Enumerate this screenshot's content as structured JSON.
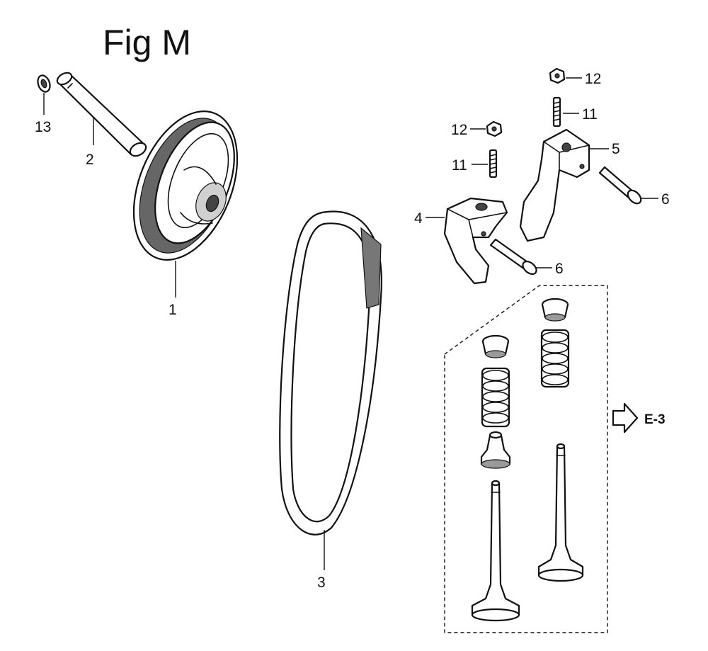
{
  "figure": {
    "title": "Fig M"
  },
  "callouts": {
    "c1": "1",
    "c2": "2",
    "c3": "3",
    "c4": "4",
    "c5": "5",
    "c6a": "6",
    "c6b": "6",
    "c11a": "11",
    "c11b": "11",
    "c12a": "12",
    "c12b": "12",
    "c13": "13"
  },
  "reference": {
    "label": "E-3"
  }
}
